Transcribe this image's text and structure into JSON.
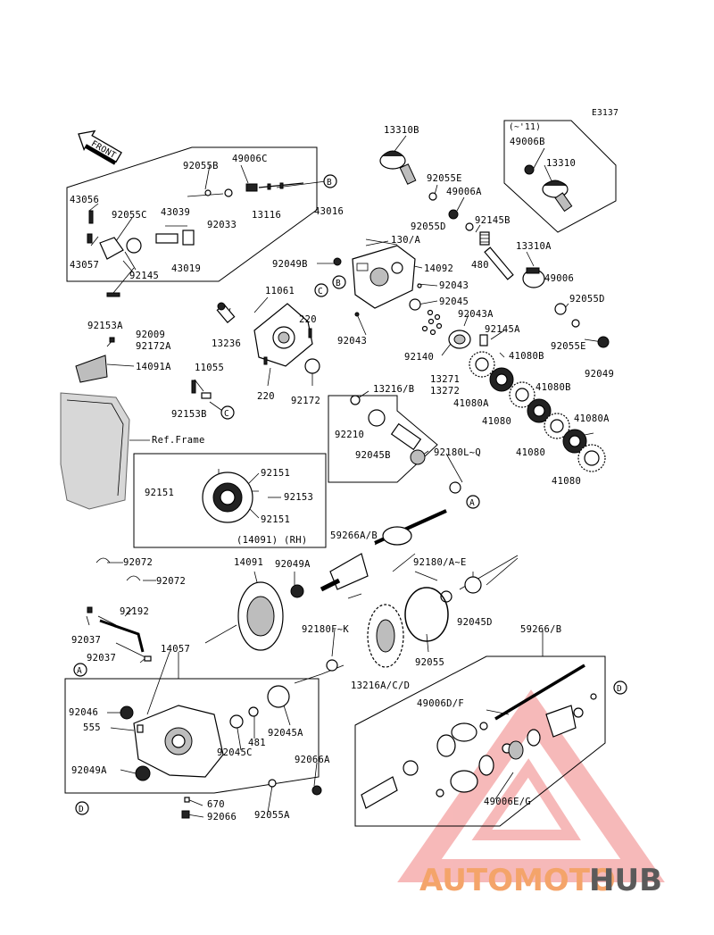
{
  "diagram_id": "E3137",
  "front_label": "FRONT",
  "ref_frame_label": "Ref.Frame",
  "inset_small_label": "(~'11)",
  "inset_rh_label": "(14091) (RH)",
  "callouts": [
    "A",
    "B",
    "C",
    "D"
  ],
  "watermark": {
    "part1": "AUTOMOTO",
    "part2": "HUB"
  },
  "labels": [
    {
      "id": "13310B",
      "text": "13310B"
    },
    {
      "id": "92055E",
      "text": "92055E"
    },
    {
      "id": "49006A",
      "text": "49006A"
    },
    {
      "id": "92055D-1",
      "text": "92055D"
    },
    {
      "id": "92145B",
      "text": "92145B"
    },
    {
      "id": "13310A",
      "text": "13310A"
    },
    {
      "id": "480",
      "text": "480"
    },
    {
      "id": "49006",
      "text": "49006"
    },
    {
      "id": "92055D-2",
      "text": "92055D"
    },
    {
      "id": "92055E-2",
      "text": "92055E"
    },
    {
      "id": "92049-r",
      "text": "92049"
    },
    {
      "id": "49006B",
      "text": "49006B"
    },
    {
      "id": "13310",
      "text": "13310"
    },
    {
      "id": "130A",
      "text": "130/A"
    },
    {
      "id": "14092",
      "text": "14092"
    },
    {
      "id": "92049B",
      "text": "92049B"
    },
    {
      "id": "92043-1",
      "text": "92043"
    },
    {
      "id": "92045-1",
      "text": "92045"
    },
    {
      "id": "92043A",
      "text": "92043A"
    },
    {
      "id": "92043-2",
      "text": "92043"
    },
    {
      "id": "92145A",
      "text": "92145A"
    },
    {
      "id": "92140",
      "text": "92140"
    },
    {
      "id": "41080B-1",
      "text": "41080B"
    },
    {
      "id": "13271",
      "text": "13271"
    },
    {
      "id": "13272",
      "text": "13272"
    },
    {
      "id": "41080A-1",
      "text": "41080A"
    },
    {
      "id": "41080B-2",
      "text": "41080B"
    },
    {
      "id": "41080-1",
      "text": "41080"
    },
    {
      "id": "41080-2",
      "text": "41080"
    },
    {
      "id": "41080A-2",
      "text": "41080A"
    },
    {
      "id": "41080-3",
      "text": "41080"
    },
    {
      "id": "92055B",
      "text": "92055B"
    },
    {
      "id": "49006C",
      "text": "49006C"
    },
    {
      "id": "43056",
      "text": "43056"
    },
    {
      "id": "92055C",
      "text": "92055C"
    },
    {
      "id": "43039",
      "text": "43039"
    },
    {
      "id": "92033",
      "text": "92033"
    },
    {
      "id": "13116",
      "text": "13116"
    },
    {
      "id": "43016",
      "text": "43016"
    },
    {
      "id": "43057",
      "text": "43057"
    },
    {
      "id": "92145",
      "text": "92145"
    },
    {
      "id": "43019",
      "text": "43019"
    },
    {
      "id": "92153A",
      "text": "92153A"
    },
    {
      "id": "11061",
      "text": "11061"
    },
    {
      "id": "220-1",
      "text": "220"
    },
    {
      "id": "13236",
      "text": "13236"
    },
    {
      "id": "92009",
      "text": "92009"
    },
    {
      "id": "92172A",
      "text": "92172A"
    },
    {
      "id": "14091A",
      "text": "14091A"
    },
    {
      "id": "11055",
      "text": "11055"
    },
    {
      "id": "92153B",
      "text": "92153B"
    },
    {
      "id": "220-2",
      "text": "220"
    },
    {
      "id": "92172",
      "text": "92172"
    },
    {
      "id": "13216B",
      "text": "13216/B"
    },
    {
      "id": "92210",
      "text": "92210"
    },
    {
      "id": "92045B",
      "text": "92045B"
    },
    {
      "id": "92180LQ",
      "text": "92180L~Q"
    },
    {
      "id": "92151-1",
      "text": "92151"
    },
    {
      "id": "92151-2",
      "text": "92151"
    },
    {
      "id": "92153",
      "text": "92153"
    },
    {
      "id": "92151-3",
      "text": "92151"
    },
    {
      "id": "59266AB-1",
      "text": "59266A/B"
    },
    {
      "id": "92072-1",
      "text": "92072"
    },
    {
      "id": "14091",
      "text": "14091"
    },
    {
      "id": "92049A-1",
      "text": "92049A"
    },
    {
      "id": "92072-2",
      "text": "92072"
    },
    {
      "id": "92180AE",
      "text": "92180/A~E"
    },
    {
      "id": "92192",
      "text": "92192"
    },
    {
      "id": "92045D",
      "text": "92045D"
    },
    {
      "id": "92037-1",
      "text": "92037"
    },
    {
      "id": "92180FK",
      "text": "92180F~K"
    },
    {
      "id": "59266B",
      "text": "59266/B"
    },
    {
      "id": "92037-2",
      "text": "92037"
    },
    {
      "id": "14057",
      "text": "14057"
    },
    {
      "id": "92055",
      "text": "92055"
    },
    {
      "id": "13216ACD",
      "text": "13216A/C/D"
    },
    {
      "id": "92046",
      "text": "92046"
    },
    {
      "id": "555",
      "text": "555"
    },
    {
      "id": "49006DF",
      "text": "49006D/F"
    },
    {
      "id": "481",
      "text": "481"
    },
    {
      "id": "92045A",
      "text": "92045A"
    },
    {
      "id": "92045C",
      "text": "92045C"
    },
    {
      "id": "92066A",
      "text": "92066A"
    },
    {
      "id": "92049A-2",
      "text": "92049A"
    },
    {
      "id": "49006EG",
      "text": "49006E/G"
    },
    {
      "id": "670",
      "text": "670"
    },
    {
      "id": "92055A",
      "text": "92055A"
    },
    {
      "id": "92066",
      "text": "92066"
    }
  ]
}
